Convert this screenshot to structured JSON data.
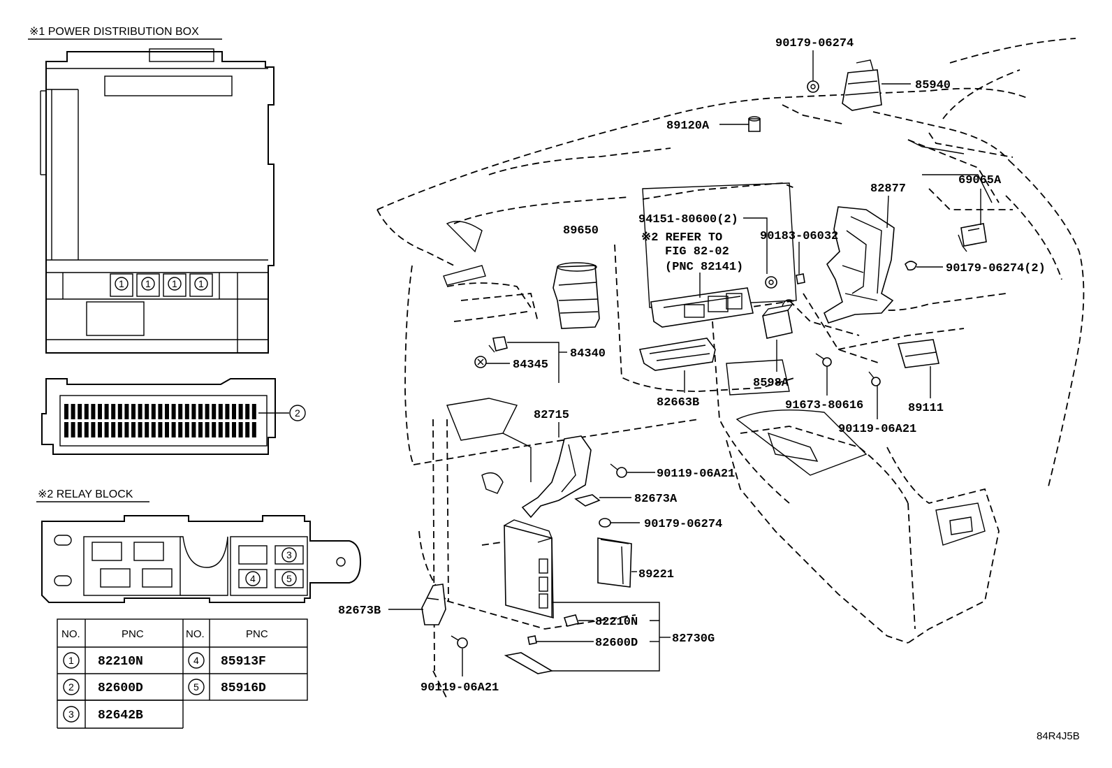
{
  "headers": {
    "power_box": "※1 POWER DISTRIBUTION BOX",
    "relay_block": "※2 RELAY BLOCK"
  },
  "markers": {
    "one": "1",
    "two": "2",
    "three": "3",
    "four": "4",
    "five": "5"
  },
  "table": {
    "col_no": "NO.",
    "col_pnc": "PNC",
    "rows_left": [
      {
        "no": "1",
        "pnc": "82210N"
      },
      {
        "no": "2",
        "pnc": "82600D"
      },
      {
        "no": "3",
        "pnc": "82642B"
      }
    ],
    "rows_right": [
      {
        "no": "4",
        "pnc": "85913F"
      },
      {
        "no": "5",
        "pnc": "85916D"
      }
    ]
  },
  "callouts": {
    "p90179_06274_top": "90179-06274",
    "p85940": "85940",
    "p89120A": "89120A",
    "p82877": "82877",
    "p69065A": "69065A",
    "p94151_80600": "94151-80600(2)",
    "p90183_06032": "90183-06032",
    "p89650": "89650",
    "refer_1": "※2 REFER TO",
    "refer_2": "FIG 82-02",
    "refer_3": "(PNC 82141)",
    "p90179_06274_2": "90179-06274(2)",
    "p84340": "84340",
    "p84345": "84345",
    "p8598A": "8598A",
    "p82663B": "82663B",
    "p91673_80616": "91673-80616",
    "p89111": "89111",
    "p90119_06A21_right": "90119-06A21",
    "p82715": "82715",
    "p90119_06A21_mid": "90119-06A21",
    "p82673A": "82673A",
    "p90179_06274_low": "90179-06274",
    "p89221": "89221",
    "p82673B": "82673B",
    "p82210N": "82210N",
    "p82600D": "82600D",
    "p82730G": "82730G",
    "p90119_06A21_bottom": "90119-06A21"
  },
  "figure_code": "84R4J5B"
}
